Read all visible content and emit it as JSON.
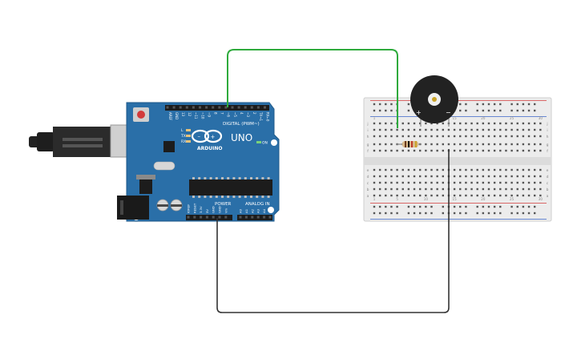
{
  "arduino": {
    "brand": "ARDUINO",
    "model": "UNO",
    "digital_label": "DIGITAL (PWM~)",
    "power_label": "POWER",
    "analog_label": "ANALOG IN",
    "on_label": "ON",
    "led_labels": [
      "L",
      "TX",
      "RX"
    ],
    "digital_pins": [
      "AREF",
      "GND",
      "13",
      "12",
      "~11",
      "~10",
      "~9",
      "8",
      "7",
      "~6",
      "~5",
      "4",
      "~3",
      "2",
      "TX→1",
      "RX←0"
    ],
    "power_pins": [
      "IOREF",
      "RESET",
      "3.3V",
      "5V",
      "GND",
      "GND",
      "Vin"
    ],
    "analog_pins": [
      "A0",
      "A1",
      "A2",
      "A3",
      "A4",
      "A5"
    ]
  },
  "breadboard": {
    "rows_top": [
      "j",
      "i",
      "h",
      "g",
      "f"
    ],
    "rows_bottom": [
      "e",
      "d",
      "c",
      "b",
      "a"
    ],
    "column_markers": [
      "1",
      "5",
      "10",
      "15",
      "20",
      "25",
      "30"
    ]
  },
  "buzzer": {
    "plus": "+",
    "minus": "−"
  },
  "colors": {
    "board": "#2a6fa8",
    "signal_wire": "#2eaa3c",
    "ground_wire": "#333333",
    "rail_red": "#d33b3b",
    "rail_blue": "#3b66c8"
  }
}
